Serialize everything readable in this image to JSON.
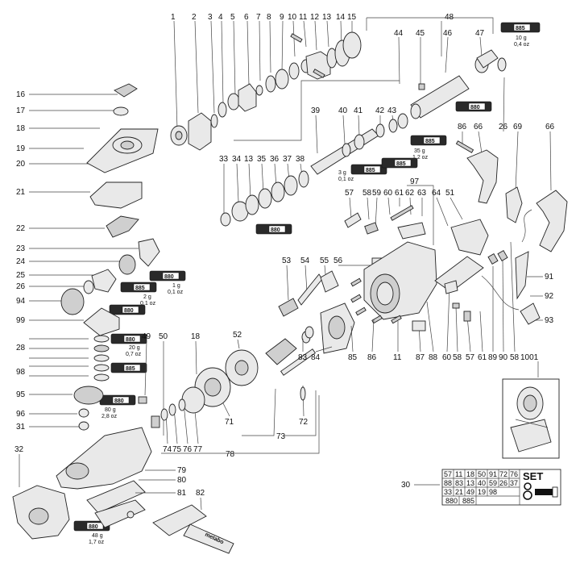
{
  "callouts": [
    "1",
    "2",
    "3",
    "4",
    "5",
    "6",
    "7",
    "8",
    "9",
    "10",
    "11",
    "12",
    "13",
    "14",
    "15",
    "48",
    "44",
    "45",
    "46",
    "47",
    "16",
    "17",
    "18",
    "19",
    "20",
    "21",
    "22",
    "23",
    "24",
    "25",
    "26",
    "94",
    "99",
    "28",
    "98",
    "95",
    "96",
    "31",
    "32",
    "39",
    "40",
    "41",
    "42",
    "43",
    "33",
    "34",
    "35",
    "36",
    "37",
    "38",
    "86",
    "66",
    "26",
    "69",
    "66",
    "97",
    "57",
    "58",
    "59",
    "60",
    "61",
    "62",
    "63",
    "64",
    "51",
    "53",
    "54",
    "55",
    "56",
    "91",
    "92",
    "93",
    "49",
    "50",
    "18",
    "52",
    "83",
    "84",
    "85",
    "86",
    "11",
    "87",
    "88",
    "60",
    "58",
    "57",
    "61",
    "89",
    "90",
    "58",
    "1001",
    "71",
    "72",
    "73",
    "74",
    "75",
    "76",
    "77",
    "78",
    "79",
    "80",
    "81",
    "82",
    "30"
  ],
  "tubes": [
    {
      "code": "885",
      "qty": [
        "10 g",
        "0,4 oz"
      ]
    },
    {
      "code": "880",
      "qty": []
    },
    {
      "code": "885",
      "qty": [
        "35 g",
        "1,2 oz"
      ]
    },
    {
      "code": "885",
      "qty": [
        "3 g",
        "0,1 oz"
      ]
    },
    {
      "code": "885",
      "qty": []
    },
    {
      "code": "880",
      "qty": []
    },
    {
      "code": "880",
      "qty": [
        "1 g",
        "0,1 oz"
      ]
    },
    {
      "code": "885",
      "qty": [
        "2 g",
        "0,1 oz"
      ]
    },
    {
      "code": "880",
      "qty": []
    },
    {
      "code": "880",
      "qty": [
        "20 g",
        "0,7 oz"
      ]
    },
    {
      "code": "885",
      "qty": []
    },
    {
      "code": "880",
      "qty": [
        "80 g",
        "2,8 oz"
      ]
    },
    {
      "code": "880",
      "qty": [
        "48 g",
        "1,7 oz"
      ]
    }
  ],
  "set_table": {
    "rows": [
      [
        "57",
        "11",
        "18",
        "50",
        "91",
        "72",
        "76"
      ],
      [
        "88",
        "83",
        "13",
        "40",
        "59",
        "26",
        "37"
      ],
      [
        "33",
        "21",
        "49",
        "19",
        "98"
      ],
      [
        "880",
        "885"
      ]
    ],
    "badge": "SET"
  },
  "brand_mark": "metabo"
}
